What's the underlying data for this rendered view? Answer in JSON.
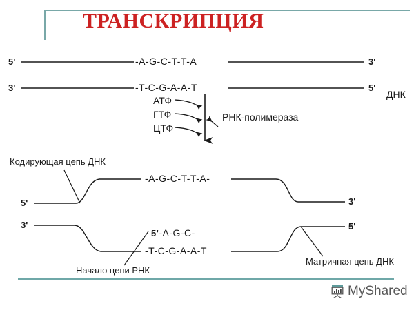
{
  "slide": {
    "title": "ТРАНСКРИПЦИЯ",
    "accent_color": "#79A8A8",
    "title_color": "#CC2222",
    "background": "#ffffff"
  },
  "dna_duplex": {
    "label": "ДНК",
    "top_strand": {
      "left_end": "5'",
      "sequence": "-A-G-C-T-T-A",
      "right_end": "3'"
    },
    "bottom_strand": {
      "left_end": "3'",
      "sequence": "-T-C-G-A-A-T",
      "right_end": "5'"
    }
  },
  "substrates": {
    "items": [
      "АТФ",
      "ГТФ",
      "ЦТФ"
    ],
    "enzyme_label": "РНК-полимераза"
  },
  "coding_strand": {
    "annotation": "Кодирующая цепь ДНК",
    "left_end": "5'",
    "sequence": "-A-G-C-T-T-A-",
    "right_end": "3'"
  },
  "template_strand": {
    "annotation": "Матричная цепь ДНК",
    "left_end": "3'",
    "sequence": "-T-C-G-A-A-T",
    "right_end": "5'"
  },
  "rna_chain": {
    "annotation": "Начало цепи РНК",
    "five_prime": "5'",
    "sequence": "-A-G-C-"
  },
  "footer": {
    "logo_text": "MyShared",
    "logo_icon": "flipchart-chart-icon",
    "rule_color": "#6FA8A8"
  }
}
